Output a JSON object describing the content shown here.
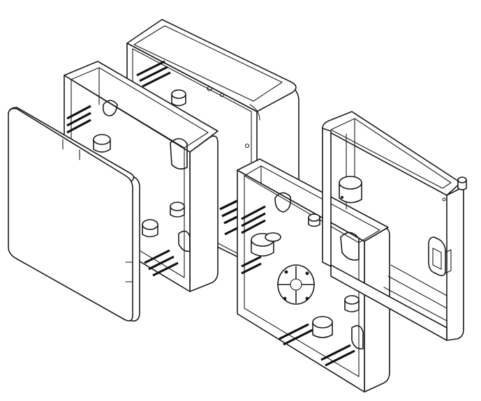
{
  "figure": {
    "subject": "exploded-junction-box-assembly",
    "parts": [
      "cover-plate",
      "spacer-frame",
      "deep-back-box",
      "front-frame",
      "open-base-frame"
    ]
  },
  "colors": {
    "line": "#1a1a1a",
    "background": "#ffffff",
    "hatch": "#111111"
  }
}
